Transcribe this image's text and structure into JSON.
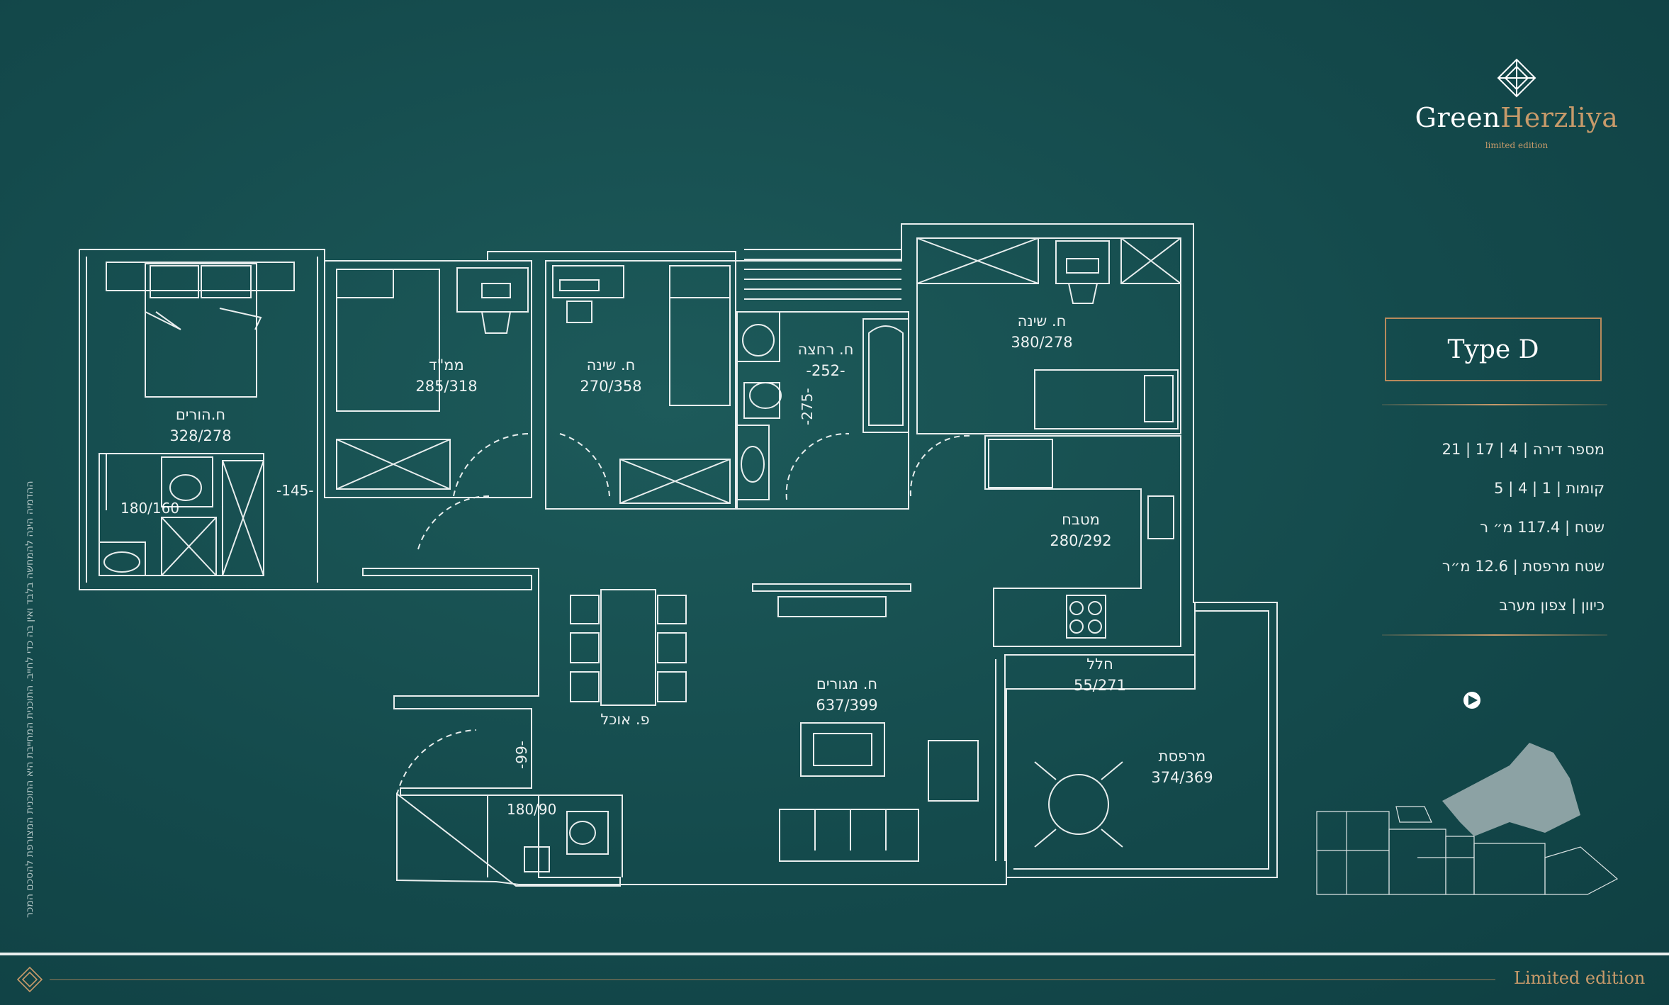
{
  "brand": {
    "name_part1": "Green",
    "name_part2": "Herzliya",
    "tagline": "limited edition"
  },
  "type_label": "Type D",
  "info_rows": [
    "מספר דירה | 4 | 17 | 21",
    "קומות | 1 | 4 | 5",
    "שטח | 117.4 מ״ ר",
    "שטח מרפסת | 12.6 מ״ר",
    "כיוון | צפון מערב"
  ],
  "rooms": {
    "parents": {
      "name": "ח.הורים",
      "size": "328/278"
    },
    "mamad": {
      "name": "ממ\"ד",
      "size": "285/318"
    },
    "bedroom2": {
      "name": "ח. שינה",
      "size": "270/358"
    },
    "bathroom": {
      "name": "ח. רחצה",
      "size": "-252-"
    },
    "bedroom3": {
      "name": "ח. שינה",
      "size": "380/278"
    },
    "kitchen": {
      "name": "מטבח",
      "size": "280/292"
    },
    "void": {
      "name": "חלל",
      "size": "55/271"
    },
    "living": {
      "name": "ח. מגורים",
      "size": "637/399"
    },
    "dining": {
      "name": "פ. אוכל",
      "size": ""
    },
    "balcony": {
      "name": "מרפסת",
      "size": "374/369"
    }
  },
  "dimensions": {
    "parents_bath": "180/160",
    "corridor": "-145-",
    "guest_wc": "180/90",
    "entry": "-99-",
    "bath_depth": "-275-"
  },
  "side_note": "ההדמיה הינה להמחשה בלבד ואין בה כדי לחייב. התוכנית המחייבת היא התוכנית המצורפת להסכם המכר",
  "footer_text": "Limited edition",
  "colors": {
    "background": "#144a4c",
    "line": "#ffffff",
    "gold": "#c79a6a"
  },
  "icons": [
    "logo-diamond-icon",
    "compass-icon",
    "footer-logo-icon"
  ]
}
